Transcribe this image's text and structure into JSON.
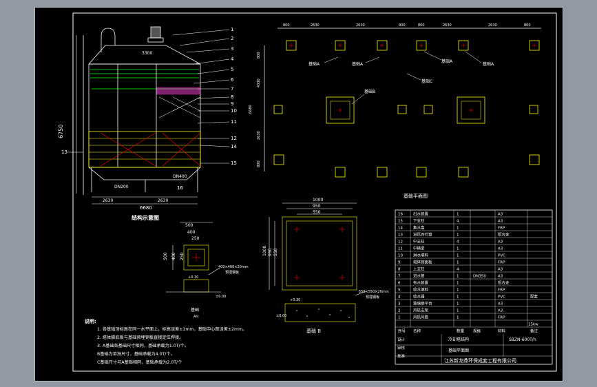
{
  "structure_view": {
    "caption": "结构示意图",
    "dim_height": "6750",
    "dim_total_width": "6680",
    "dim_spans": [
      "2630",
      "2630"
    ],
    "top_label": "3300",
    "pipe_labels": [
      "DN200",
      "DN400"
    ],
    "part_numbers": [
      "1",
      "2",
      "3",
      "4",
      "5",
      "6",
      "7",
      "8",
      "9",
      "10",
      "11",
      "12",
      "13",
      "14",
      "15",
      "16"
    ]
  },
  "foundation_plan": {
    "caption": "基础平面图",
    "top_dims": [
      "800",
      "2630",
      "2630",
      "800",
      "800",
      "2630",
      "2630",
      "800"
    ],
    "side_dims": [
      "800",
      "4330",
      "6680",
      "2630",
      "800"
    ],
    "labels": {
      "a1": "基础A",
      "a2": "基础A",
      "a3": "基础A",
      "a4": "基础A",
      "b": "基础B",
      "c": "基础C"
    }
  },
  "detail_a": {
    "dims_top": [
      "500",
      "400",
      "250"
    ],
    "dims_side": [
      "500",
      "400",
      "250"
    ],
    "plate_label": "400×400×20mm",
    "plate_sub": "预埋钢板",
    "levels": [
      "+0.30",
      "±0.00"
    ],
    "caption": "基础",
    "caption_sub": "A/c"
  },
  "detail_b": {
    "dims_top": [
      "1000",
      "950",
      "550"
    ],
    "dims_side": [
      "1000",
      "950",
      "550"
    ],
    "plate_label": "550×550×20mm",
    "plate_sub": "预埋钢板",
    "level": "+0.30",
    "level2": "±0.00",
    "caption": "基础 B"
  },
  "notes": {
    "title": "说明:",
    "items": [
      "1.  各基础顶标高在同一水平面上，标高误差±1mm，基础中心距误差±2mm。",
      "2.  塔体脚底板与基础预埋钢板直接定位焊接。",
      "3.  A基础各基础尺寸相同，基础承载为1.0T/个。",
      "     B基础为单独尺寸，基础承载为4.0T/个。",
      "     C基础尺寸与A基础相同，基础承载为2.0T/个"
    ]
  },
  "parts_table": {
    "headers": {
      "no": "序号",
      "name": "名称",
      "qty": "数量",
      "spec": "规格",
      "material": "材料",
      "remark": "备注"
    },
    "rows": [
      {
        "no": "16",
        "name": "出水装置",
        "qty": "1",
        "spec": "",
        "material": "A3",
        "remark": ""
      },
      {
        "no": "15",
        "name": "下支柱",
        "qty": "4",
        "spec": "",
        "material": "A3",
        "remark": ""
      },
      {
        "no": "14",
        "name": "集水盘",
        "qty": "1",
        "spec": "",
        "material": "FRP",
        "remark": ""
      },
      {
        "no": "13",
        "name": "进风百叶窗",
        "qty": "1",
        "spec": "",
        "material": "铝合金",
        "remark": ""
      },
      {
        "no": "12",
        "name": "中支柱",
        "qty": "4",
        "spec": "",
        "material": "A3",
        "remark": ""
      },
      {
        "no": "11",
        "name": "中横梁",
        "qty": "1",
        "spec": "",
        "material": "A3",
        "remark": ""
      },
      {
        "no": "10",
        "name": "淋水填料",
        "qty": "1",
        "spec": "",
        "material": "PVC",
        "remark": ""
      },
      {
        "no": "9",
        "name": "塔体侧面板",
        "qty": "1",
        "spec": "",
        "material": "FRP",
        "remark": ""
      },
      {
        "no": "8",
        "name": "上支柱",
        "qty": "4",
        "spec": "",
        "material": "A3",
        "remark": ""
      },
      {
        "no": "7",
        "name": "进水管",
        "qty": "1",
        "spec": "DN350",
        "material": "A3",
        "remark": ""
      },
      {
        "no": "6",
        "name": "布水装置",
        "qty": "1",
        "spec": "",
        "material": "铝合金",
        "remark": ""
      },
      {
        "no": "5",
        "name": "收水填料",
        "qty": "1",
        "spec": "",
        "material": "FRP",
        "remark": ""
      },
      {
        "no": "4",
        "name": "收水器",
        "qty": "1",
        "spec": "",
        "material": "PVC",
        "remark": "配套"
      },
      {
        "no": "3",
        "name": "玻璃钢平台",
        "qty": "1",
        "spec": "",
        "material": "A3",
        "remark": ""
      },
      {
        "no": "2",
        "name": "风机支架",
        "qty": "1",
        "spec": "",
        "material": "A3",
        "remark": ""
      },
      {
        "no": "1",
        "name": "风机风筒",
        "qty": "1",
        "spec": "",
        "material": "FRP",
        "remark": ""
      }
    ],
    "power": "15kw",
    "model": "SBZN-600T/h",
    "drawing_title_1": "冷却塔结构",
    "drawing_title_2": "基础平面图",
    "company": "江苏新龙鼎环保成套工程有限公司",
    "sign_rows": [
      "设计",
      "审核",
      "批准"
    ]
  }
}
